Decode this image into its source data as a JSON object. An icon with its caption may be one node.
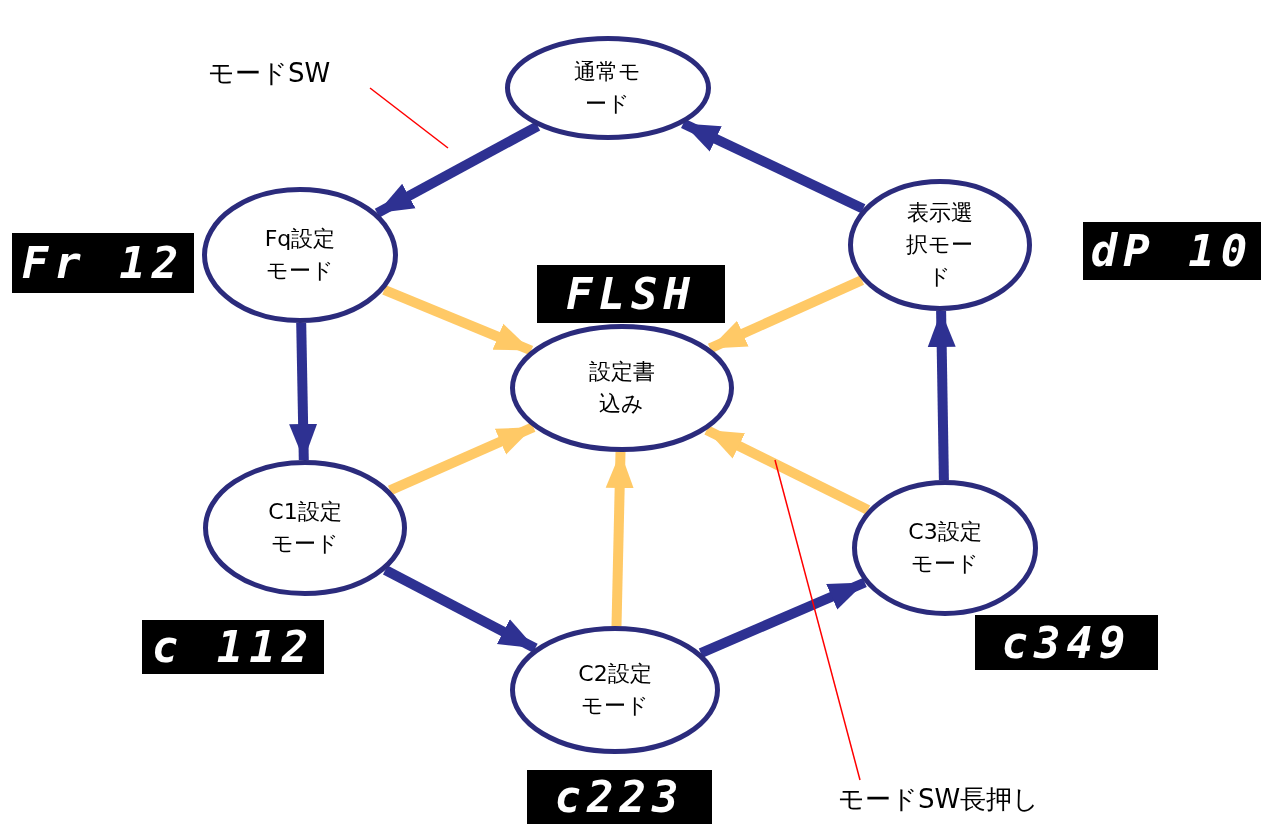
{
  "diagram": {
    "nodes": [
      {
        "text": [
          "通常モード"
        ]
      },
      {
        "text": [
          "Fq設定モード"
        ],
        "beside": [
          "Fr 12"
        ]
      },
      {
        "text": [
          "設定書込み"
        ],
        "beside": [
          "FLSH"
        ]
      },
      {
        "text": [
          "表示選択モード"
        ],
        "beside": [
          "dP 10"
        ]
      },
      {
        "text": [
          "C1設定モード"
        ],
        "beside": [
          "c 112"
        ]
      },
      {
        "text": [
          "C2設定モード"
        ],
        "beside": [
          "c223"
        ]
      },
      {
        "text": [
          "C3設定モード"
        ],
        "beside": [
          "c349"
        ]
      },
      {
        "text": [
          "モードSW"
        ]
      },
      {
        "text": [
          "モードSW長押し"
        ]
      }
    ],
    "edges": [
      {
        "from": 0,
        "to": 1,
        "arrow": "to"
      },
      {
        "from": 1,
        "to": 4,
        "arrow": "to"
      },
      {
        "from": 4,
        "to": 5,
        "arrow": "to"
      },
      {
        "from": 5,
        "to": 6,
        "arrow": "to"
      },
      {
        "from": 6,
        "to": 3,
        "arrow": "to"
      },
      {
        "from": 3,
        "to": 0,
        "arrow": "to"
      },
      {
        "from": 1,
        "to": 2,
        "arrow": "to",
        "color": "#ffc966"
      },
      {
        "from": 3,
        "to": 2,
        "arrow": "to",
        "color": "#ffc966"
      },
      {
        "from": 4,
        "to": 2,
        "arrow": "to",
        "color": "#ffc966"
      },
      {
        "from": 5,
        "to": 2,
        "arrow": "to",
        "color": "#ffc966"
      },
      {
        "from": 6,
        "to": 2,
        "arrow": "to",
        "color": "#ffc966"
      },
      {
        "from": 7,
        "to": null,
        "arrow": "none",
        "color": "#ff0000"
      },
      {
        "from": 8,
        "to": null,
        "arrow": "none",
        "color": "#ff0000"
      }
    ]
  }
}
